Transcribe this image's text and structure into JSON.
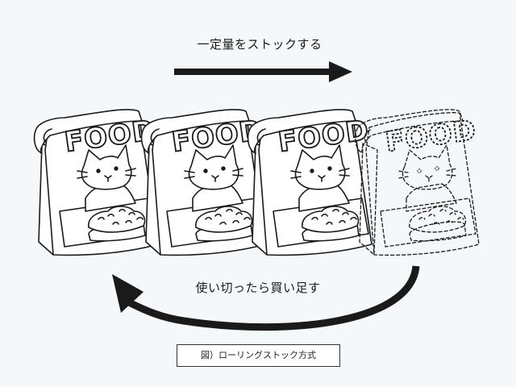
{
  "top_label": "一定量をストックする",
  "bottom_label": "使い切ったら買い足す",
  "caption": "図）ローリングストック方式",
  "bag_text": "FOOD",
  "bags": [
    {
      "state": "solid"
    },
    {
      "state": "solid"
    },
    {
      "state": "solid"
    },
    {
      "state": "dashed"
    }
  ],
  "colors": {
    "background": "#f5f8fa",
    "ink": "#1a1a1a",
    "bag_fill": "#ffffff"
  }
}
